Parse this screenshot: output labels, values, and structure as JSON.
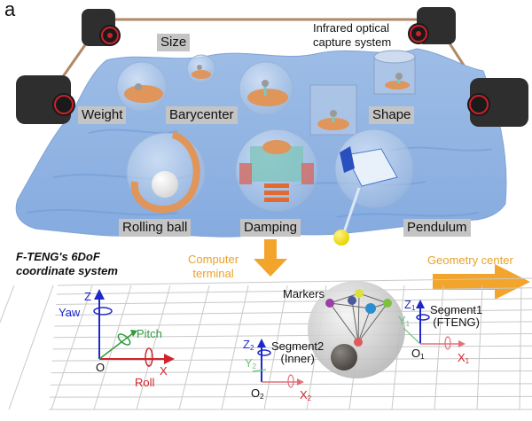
{
  "figure": {
    "panel_letter": "a",
    "top_scene": {
      "capture_system_label_line1": "Infrared optical",
      "capture_system_label_line2": "capture system",
      "variable_tags": {
        "size": "Size",
        "weight": "Weight",
        "barycenter": "Barycenter",
        "shape": "Shape",
        "rolling_ball": "Rolling ball",
        "damping": "Damping",
        "pendulum": "Pendulum"
      }
    },
    "arrows": {
      "computer_terminal_line1": "Computer",
      "computer_terminal_line2": "terminal",
      "geometry_center": "Geometry center"
    },
    "coordinate_system": {
      "title_line1": "F-TENG's 6DoF",
      "title_line2": "coordinate system",
      "axis_z": "Z",
      "axis_x": "X",
      "origin": "O",
      "yaw": "Yaw",
      "pitch": "Pitch",
      "roll": "Roll"
    },
    "segments": {
      "markers_label": "Markers",
      "segment1_line1": "Segment1",
      "segment1_line2": "(FTENG)",
      "segment2_line1": "Segment2",
      "segment2_line2": "(Inner)",
      "z1": "Z",
      "y1": "Y",
      "x1": "X",
      "o1": "O",
      "sub1": "1",
      "z2": "Z",
      "y2": "Y",
      "x2": "X",
      "o2": "O",
      "sub2": "2"
    },
    "colors": {
      "water": "#8fb4e3",
      "water_dark": "#6f9bd6",
      "camera": "#2e2e2e",
      "camera_lens": "#d0202a",
      "rail": "#b08a64",
      "arrow_orange": "#f2a52a",
      "axis_blue": "#1f28c8",
      "axis_green": "#2f9a3c",
      "axis_red": "#d3232a",
      "marker_purple": "#9a3fa6",
      "marker_navy": "#4a5a9a",
      "marker_yellow": "#dde23a",
      "marker_cyan": "#2a8fd0",
      "marker_green": "#7cc23a",
      "marker_red": "#e05a5a"
    }
  }
}
